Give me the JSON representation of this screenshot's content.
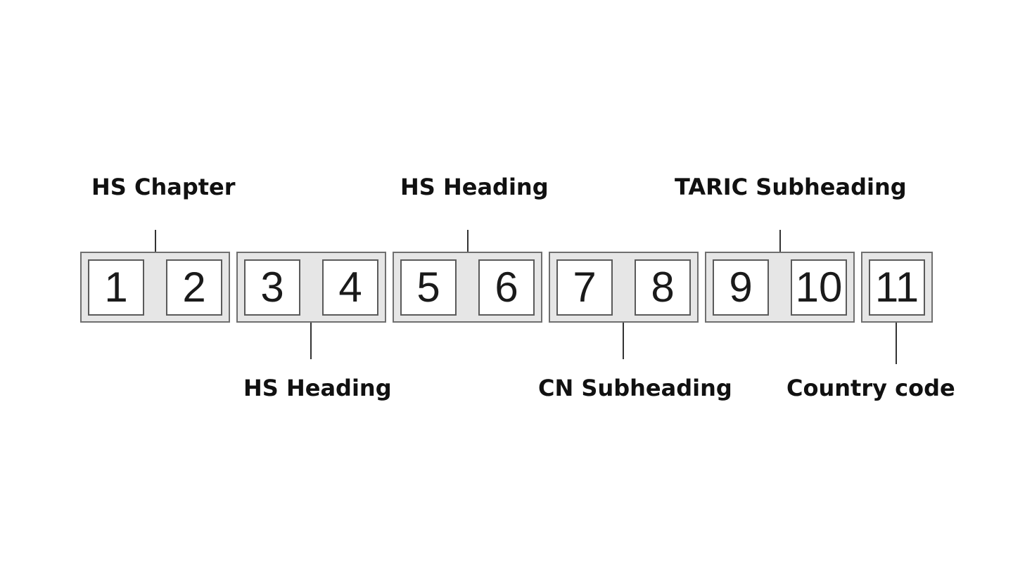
{
  "diagram": {
    "digits": [
      "1",
      "2",
      "3",
      "4",
      "5",
      "6",
      "7",
      "8",
      "9",
      "10",
      "11"
    ],
    "labels": {
      "hs_chapter": "HS Chapter",
      "hs_heading_top": "HS Heading",
      "taric_subheading": "TARIC Subheading",
      "hs_heading_bottom": "HS Heading",
      "cn_subheading": "CN Subheading",
      "country_code": "Country code"
    },
    "colors": {
      "group_fill": "#e6e6e6",
      "group_border": "#6f6f6f",
      "cell_fill": "#ffffff",
      "cell_border": "#5a5a5a",
      "text": "#111111"
    }
  }
}
